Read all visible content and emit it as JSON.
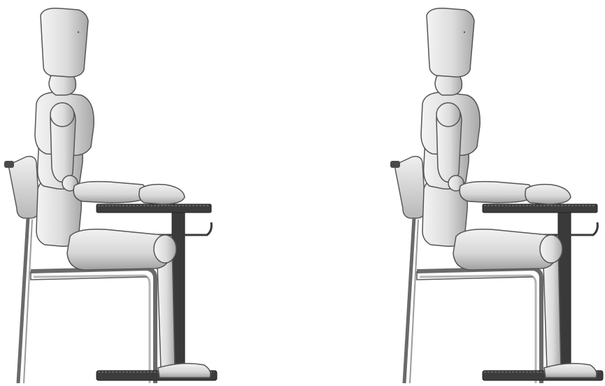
{
  "scene": {
    "panels": [
      {
        "id": "left",
        "subject": "mannequin-seated-at-desk"
      },
      {
        "id": "right",
        "subject": "mannequin-seated-at-desk"
      }
    ]
  },
  "colors": {
    "background": "#ffffff",
    "body_light": "#ececec",
    "body_mid": "#d0d0d0",
    "body_shade": "#9a9a9a",
    "outline": "#5a5a5a",
    "desk": "#3a3a3a",
    "chair_frame": "#6a6a6a"
  }
}
